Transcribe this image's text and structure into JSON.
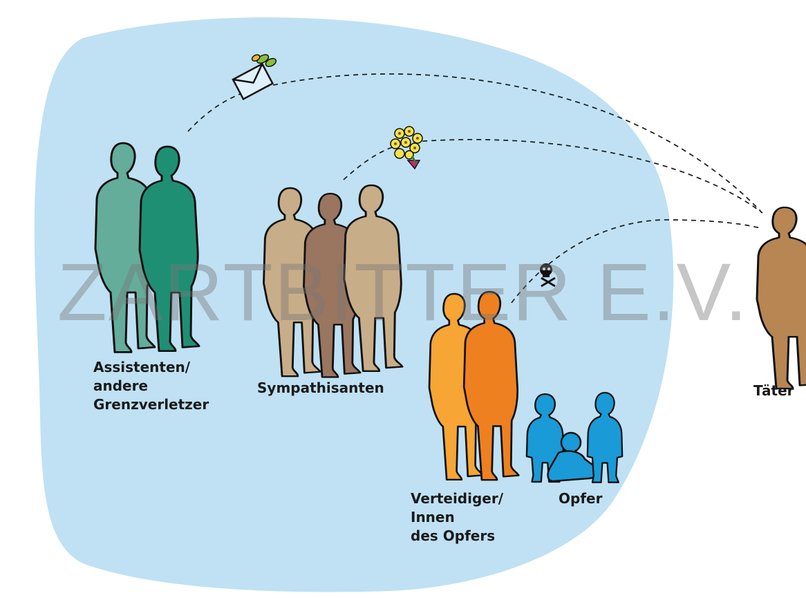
{
  "colors": {
    "area": "#bfe1f3",
    "assistant_light": "#64ad9a",
    "assistant_dark": "#1f8f74",
    "sympathizer_light": "#c8ad89",
    "sympathizer_dark": "#9a7560",
    "defender_light": "#f7a534",
    "defender_dark": "#ee8020",
    "victim": "#1a9ad6",
    "perpetrator": "#b88653",
    "outline": "#111111"
  },
  "icons": [
    "envelope-icon",
    "flower-bouquet-icon",
    "skull-crossbones-icon"
  ],
  "labels": {
    "assistants": [
      "Assistenten/",
      "andere",
      "Grenzverletzer"
    ],
    "sympathizers": [
      "Sympathisanten"
    ],
    "defenders": [
      "Verteidiger/",
      "Innen",
      "des Opfers"
    ],
    "victims": [
      "Opfer"
    ],
    "perpetrator": [
      "Täter"
    ]
  },
  "watermark": "ZARTBITTER E.V."
}
